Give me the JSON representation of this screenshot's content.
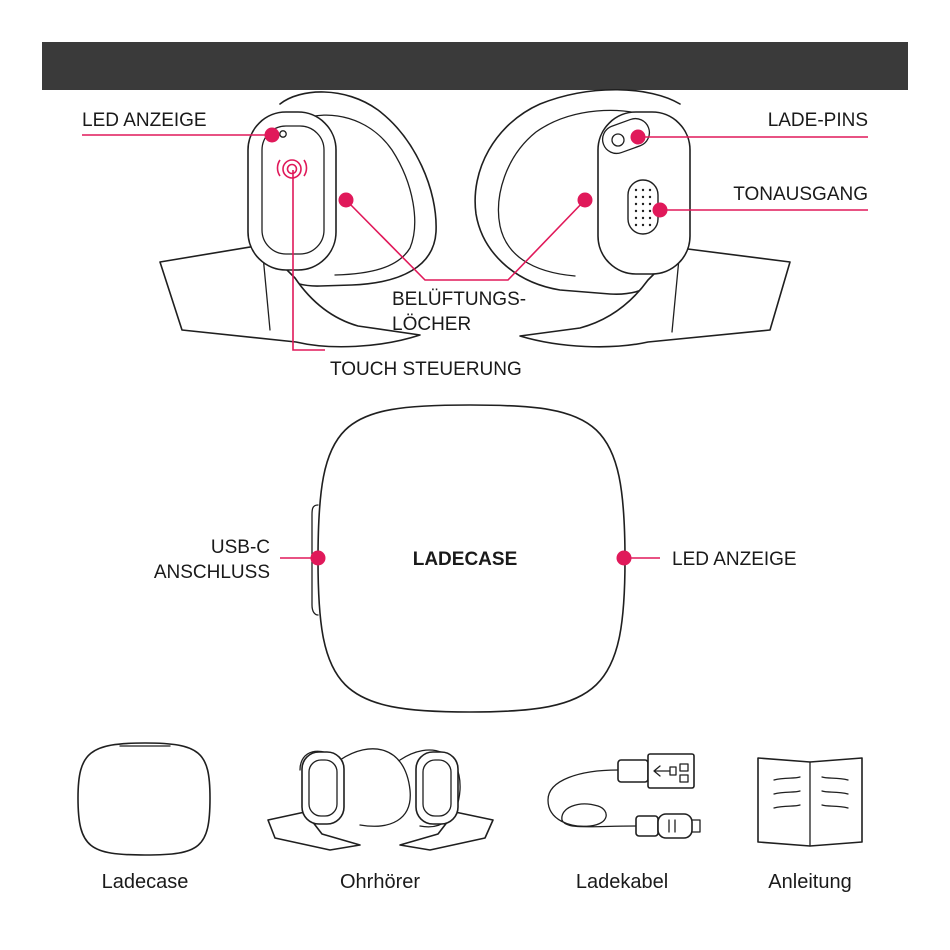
{
  "colors": {
    "header_bar": "#3a3a3a",
    "accent": "#e0195a",
    "outline": "#1f1f1f"
  },
  "earbud_labels": {
    "led_indicator": "LED ANZEIGE",
    "charging_pins": "LADE-PINS",
    "sound_outlet": "TONAUSGANG",
    "vent_holes_line1": "BELÜFTUNGS-",
    "vent_holes_line2": "LÖCHER",
    "touch_control": "TOUCH STEUERUNG"
  },
  "case_labels": {
    "usb_c_line1": "USB-C",
    "usb_c_line2": "ANSCHLUSS",
    "case_title": "LADECASE",
    "led_indicator": "LED ANZEIGE"
  },
  "box_contents": [
    {
      "caption": "Ladecase",
      "icon": "charging-case-icon"
    },
    {
      "caption": "Ohrhörer",
      "icon": "earbuds-icon"
    },
    {
      "caption": "Ladekabel",
      "icon": "usb-cable-icon"
    },
    {
      "caption": "Anleitung",
      "icon": "manual-book-icon"
    }
  ]
}
